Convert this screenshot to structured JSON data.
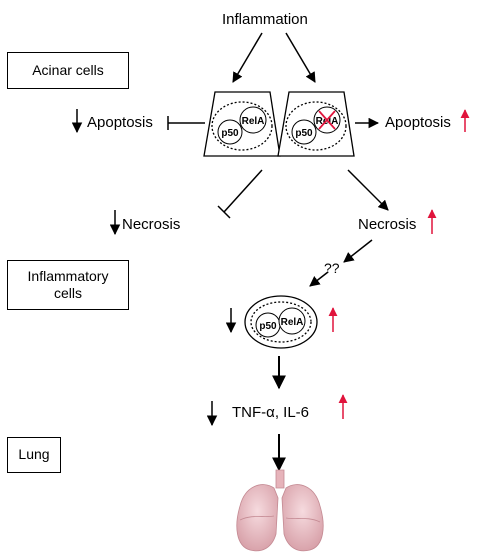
{
  "title": "Inflammation",
  "stages": {
    "acinar": "Acinar cells",
    "inflammatory_line1": "Inflammatory",
    "inflammatory_line2": "cells",
    "lung": "Lung"
  },
  "labels": {
    "apoptosis_left": "Apoptosis",
    "apoptosis_right": "Apoptosis",
    "necrosis_left": "Necrosis",
    "necrosis_right": "Necrosis",
    "unknown": "??",
    "cytokines": "TNF-α, IL-6"
  },
  "nfkb": {
    "p50": "p50",
    "rela": "RelA"
  },
  "colors": {
    "increase": "#e0143c",
    "line": "#000000",
    "lung": "#ecc0c6"
  }
}
